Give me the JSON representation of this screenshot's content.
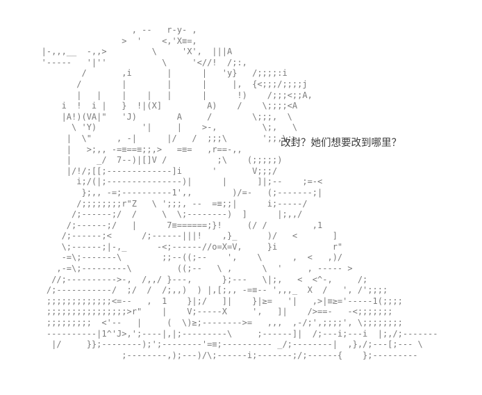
{
  "colors": {
    "background": "#ffffff",
    "ascii_art": "#7a7a7a",
    "speech_text": "#3c3c3c"
  },
  "speech": {
    "text": "改封？她们想要改到哪里？"
  },
  "ascii_art": {
    "description": "shift-jis style ascii-art character illustration",
    "lines": [
      "                     , --   r-y- ,",
      "                   >  '    <,'X≡=,",
      "   |-,,,__  -,,>         \\     'X',  |||A",
      "   '-----   '|''           \\     '<//!  /;:,",
      "           /       ,i       |      |   'y}   /;;;;:i",
      "          /        |        |      |     |,  {<;;;/;;;;j",
      "          |   |    |    |   |      |      !)    /;;;<;;A,",
      "       i  !  i |   }  !|(X]         A)    /    \\;;;;<A",
      "       |A!)(VA|\"   'J)        A     /        \\;;;,  \\",
      "         \\ 'Y)         '|     |    >-,         \\;,   \\",
      "        |  \\\"     , -|      |/   /  ;;;\\       ';;,\\;>",
      "        |   >;,, -=≡==≡;;,>   =≡=   ,r==-,,",
      "        |     _/  7--)|[]V /          ;\\    (;;;;;)",
      "        |/!/;[[;-------------]i      '       V;;;/",
      "          i;/(|;---------------)|      |      ]|;--    ;=-<",
      "           };,, -=;----------1',,        )/=-   (;-------;|",
      "          /;;;;;;;;r\"Z   \\ ';;;, --  =≡;;|      i;-----/",
      "         /;------;/  /     \\  \\;--------)  ]      |;,,/",
      "        /;------;/   |      7≡======;}!     (/ /         ,1",
      "       /;------;<      /;------|||!    ,}_      )/   <       ]",
      "       \\;------;|-,_      -<;------//o=X=V,     }i           r\"",
      "       -=\\;-------\\        ;;--((;--    ',    \\      ,  <   ,)/",
      "      ,-=\\;---------\\         ((;--   \\ ,      \\  '     , ----- >",
      "     //;---------->-,  /,,/ }---,      };---   \\|;,   <  <^-,     /;",
      "    /;-----------/  ;/  /  /;,,)  ) |,[;,, -=≡-- ',,,_  X  /   ', /';;;;",
      "    ;;;;;;;;;;;;;<=--   ,  1    }|;/   ]|    }|≥=   '|   ,>|≡≥='-----1(;;;;",
      "    ;;;;;;;;;;;;;;;;>r\"    |    V;-----X     ',   ]|    />==-   -<;;;;;;;",
      "    ;;;;;;;;;  <'--   |     (  \\)≥;-------->=   ,,,  ,-/;',;;;;', \\;;;;;;;;",
      "    ----------|1^'J>,';----|,|;---------\\     ;------]|  /;---i;---i  |;,/;-------",
      "     |/     }};--------);';--------'=≡;---------- _/;--------|  ,},/;---[;--- \\",
      "                   ;--------,);---)/\\;------i;-------;/;------{    };---------"
    ]
  }
}
